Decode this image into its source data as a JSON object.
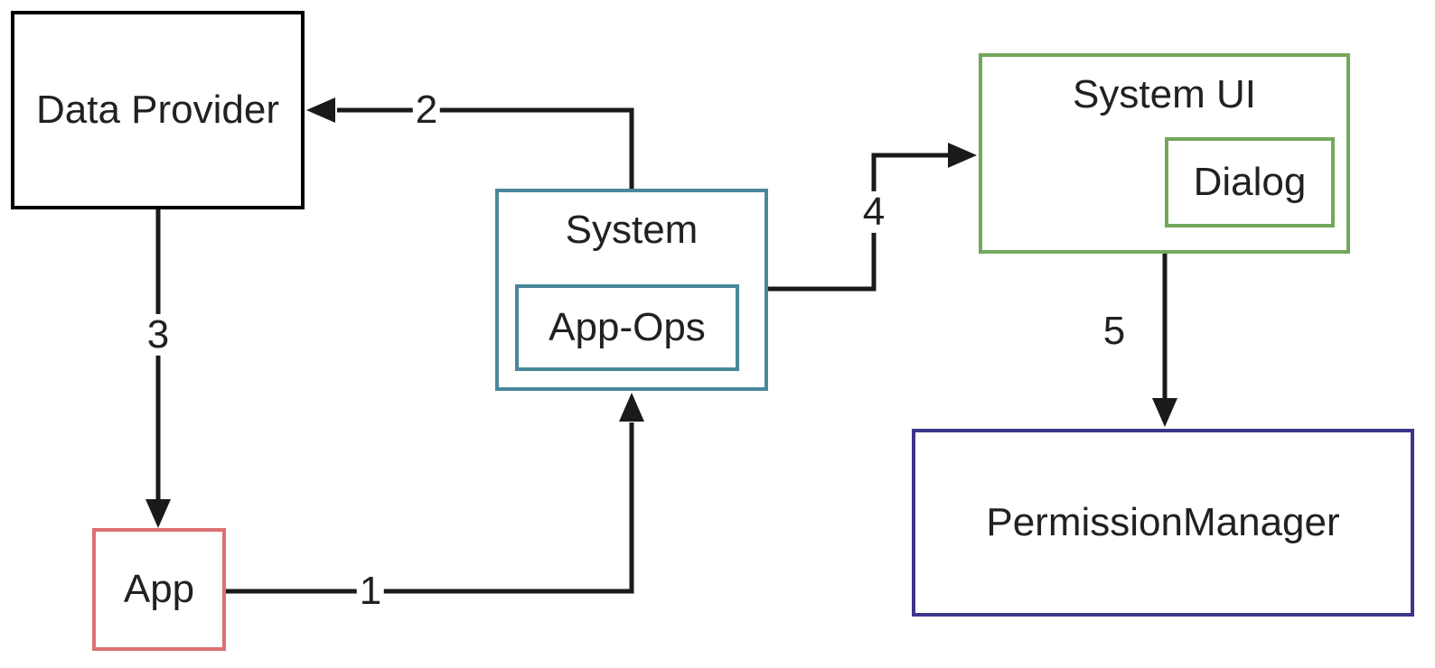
{
  "diagram": {
    "nodes": [
      {
        "id": "data-provider",
        "label": "Data Provider",
        "border_color": "#000000"
      },
      {
        "id": "system",
        "label": "System",
        "border_color": "#4a8799"
      },
      {
        "id": "app-ops",
        "label": "App-Ops",
        "border_color": "#4a8799",
        "parent": "system"
      },
      {
        "id": "system-ui",
        "label": "System UI",
        "border_color": "#74a85c"
      },
      {
        "id": "dialog",
        "label": "Dialog",
        "border_color": "#74a85c",
        "parent": "system-ui"
      },
      {
        "id": "permission-manager",
        "label": "PermissionManager",
        "border_color": "#3d3589"
      },
      {
        "id": "app",
        "label": "App",
        "border_color": "#dd7070"
      }
    ],
    "edges": [
      {
        "label": "1",
        "from": "app",
        "to": "system"
      },
      {
        "label": "2",
        "from": "system",
        "to": "data-provider"
      },
      {
        "label": "3",
        "from": "data-provider",
        "to": "app"
      },
      {
        "label": "4",
        "from": "system",
        "to": "system-ui"
      },
      {
        "label": "5",
        "from": "system-ui",
        "to": "permission-manager"
      }
    ],
    "colors": {
      "background": "#ffffff",
      "arrow": "#1a1a1a",
      "text": "#212121"
    }
  }
}
